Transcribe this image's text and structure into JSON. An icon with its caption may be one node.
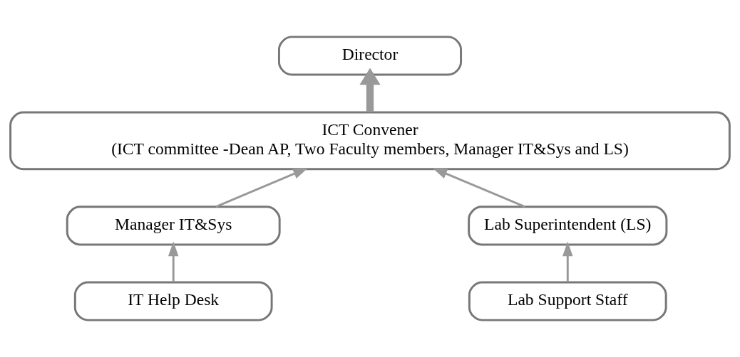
{
  "diagram": {
    "nodes": [
      {
        "text": [
          "Director"
        ]
      },
      {
        "text": [
          "ICT Convener",
          "(ICT committee -Dean AP, Two Faculty members, Manager IT&Sys and LS)"
        ]
      },
      {
        "text": [
          "Manager IT&Sys"
        ]
      },
      {
        "text": [
          "IT Help Desk"
        ]
      },
      {
        "text": [
          "Lab Superintendent (LS)"
        ]
      },
      {
        "text": [
          "Lab Support Staff"
        ]
      }
    ],
    "edges": [
      {
        "from": 1,
        "to": 0,
        "arrow": "to",
        "style": "thick"
      },
      {
        "from": 2,
        "to": 1,
        "arrow": "to"
      },
      {
        "from": 4,
        "to": 1,
        "arrow": "to"
      },
      {
        "from": 3,
        "to": 2,
        "arrow": "to"
      },
      {
        "from": 5,
        "to": 4,
        "arrow": "to"
      }
    ]
  }
}
